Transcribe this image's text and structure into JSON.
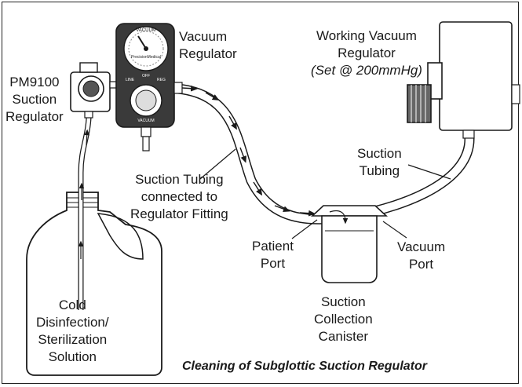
{
  "labels": {
    "vacuum_regulator": [
      "Vacuum",
      "Regulator"
    ],
    "working_vacuum": [
      "Working Vacuum",
      "Regulator"
    ],
    "working_vacuum_setting": "(Set @ 200mmHg)",
    "pm9100": [
      "PM9100",
      "Suction",
      "Regulator"
    ],
    "suction_tubing_right": [
      "Suction",
      "Tubing"
    ],
    "suction_tubing_left": [
      "Suction Tubing",
      "connected to",
      "Regulator Fitting"
    ],
    "patient_port": [
      "Patient",
      "Port"
    ],
    "vacuum_port": [
      "Vacuum",
      "Port"
    ],
    "canister": [
      "Suction",
      "Collection",
      "Canister"
    ],
    "solution": [
      "Cold",
      "Disinfection/",
      "Sterilization",
      "Solution"
    ]
  },
  "device_text": {
    "vacuum_face_top": "VACUUM",
    "vacuum_face_brand": "PrecisionMedical",
    "vacuum_mode_left": "LINE",
    "vacuum_mode_right": "REG",
    "vacuum_mode_mid": "OFF",
    "vacuum_base": "VACUUM"
  },
  "caption": "Cleaning of Subglottic Suction Regulator",
  "colors": {
    "line": "#1a1a1a",
    "device_body": "#3a3a3a",
    "tube": "#ffffff"
  }
}
